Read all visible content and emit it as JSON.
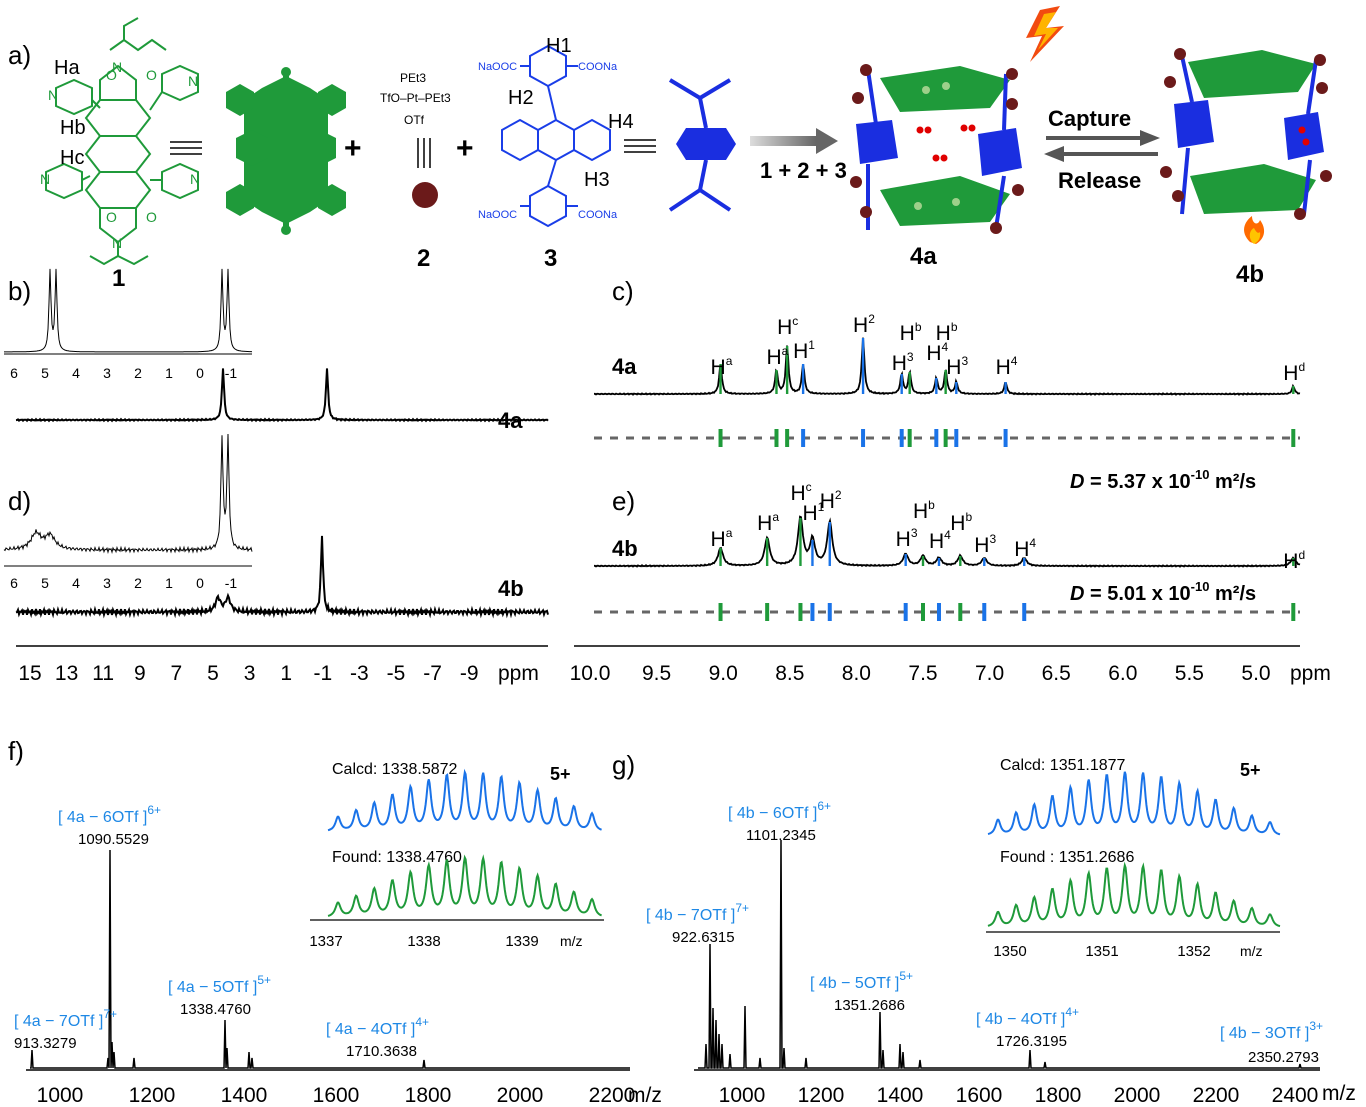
{
  "colors": {
    "green": "#1f9a3a",
    "blue": "#1a73e8",
    "maroon": "#6b1a1a",
    "label_blue": "#1e88e5"
  },
  "panel_a": {
    "letter": "a)",
    "compound_1": "1",
    "compound_2": "2",
    "compound_3": "3",
    "cage_a": "4a",
    "cage_b": "4b",
    "plus1": "+",
    "plus2": "+",
    "reaction": "1 + 2 + 3",
    "capture": "Capture",
    "release": "Release",
    "pt_top": "PEt3",
    "pt_mid": "TfO–Pt–PEt3",
    "pt_bot": "OTf",
    "naooc_tl": "NaOOC",
    "coona_tr": "COONa",
    "naooc_bl": "NaOOC",
    "coona_br": "COONa",
    "ha": "Ha",
    "hb": "Hb",
    "hc": "Hc",
    "h1": "H1",
    "h2": "H2",
    "h3": "H3",
    "h4": "H4"
  },
  "panel_b": {
    "letter": "b)",
    "trace_label": "4a",
    "inset_ticks": [
      "6",
      "5",
      "4",
      "3",
      "2",
      "1",
      "0",
      "-1"
    ]
  },
  "panel_d": {
    "letter": "d)",
    "trace_label": "4b",
    "inset_ticks": [
      "6",
      "5",
      "4",
      "3",
      "2",
      "1",
      "0",
      "-1"
    ],
    "main_ticks": [
      "15",
      "13",
      "11",
      "9",
      "7",
      "5",
      "3",
      "1",
      "-1",
      "-3",
      "-5",
      "-7",
      "-9"
    ],
    "unit": "ppm"
  },
  "panel_c": {
    "letter": "c)",
    "trace_label": "4a",
    "D_prefix": "D",
    "D_value": " = 5.37 x 10",
    "D_exp": "-10",
    "D_unit": " m²/s",
    "peaks": [
      {
        "label": "H",
        "sup": "a",
        "ppm": 9.02
      },
      {
        "label": "H",
        "sup": "a",
        "ppm": 8.6
      },
      {
        "label": "H",
        "sup": "c",
        "ppm": 8.52
      },
      {
        "label": "H",
        "sup": "1",
        "ppm": 8.4
      },
      {
        "label": "H",
        "sup": "2",
        "ppm": 7.95
      },
      {
        "label": "H",
        "sup": "3",
        "ppm": 7.66
      },
      {
        "label": "H",
        "sup": "b",
        "ppm": 7.6
      },
      {
        "label": "H",
        "sup": "4",
        "ppm": 7.4
      },
      {
        "label": "H",
        "sup": "b",
        "ppm": 7.33
      },
      {
        "label": "H",
        "sup": "3",
        "ppm": 7.25
      },
      {
        "label": "H",
        "sup": "4",
        "ppm": 6.88
      },
      {
        "label": "H",
        "sup": "d",
        "ppm": 4.72
      }
    ]
  },
  "panel_e": {
    "letter": "e)",
    "trace_label": "4b",
    "D_prefix": "D",
    "D_value": " = 5.01 x 10",
    "D_exp": "-10",
    "D_unit": " m²/s",
    "peaks": [
      {
        "label": "H",
        "sup": "a",
        "ppm": 9.02
      },
      {
        "label": "H",
        "sup": "a",
        "ppm": 8.67
      },
      {
        "label": "H",
        "sup": "c",
        "ppm": 8.42
      },
      {
        "label": "H",
        "sup": "1",
        "ppm": 8.33
      },
      {
        "label": "H",
        "sup": "2",
        "ppm": 8.2
      },
      {
        "label": "H",
        "sup": "3",
        "ppm": 7.63
      },
      {
        "label": "H",
        "sup": "b",
        "ppm": 7.5
      },
      {
        "label": "H",
        "sup": "4",
        "ppm": 7.38
      },
      {
        "label": "H",
        "sup": "b",
        "ppm": 7.22
      },
      {
        "label": "H",
        "sup": "3",
        "ppm": 7.04
      },
      {
        "label": "H",
        "sup": "4",
        "ppm": 6.74
      },
      {
        "label": "H",
        "sup": "d",
        "ppm": 4.72
      }
    ],
    "axis_ticks": [
      "10.0",
      "9.5",
      "9.0",
      "8.5",
      "8.0",
      "7.5",
      "7.0",
      "6.5",
      "6.0",
      "5.5",
      "5.0"
    ],
    "unit": "ppm"
  },
  "panel_f": {
    "letter": "f)",
    "inset_charge": "5+",
    "calcd": "Calcd: 1338.5872",
    "found": "Found: 1338.4760",
    "inset_ticks": [
      "1337",
      "1338",
      "1339"
    ],
    "inset_unit": "m/z",
    "axis_ticks": [
      "1000",
      "1200",
      "1400",
      "1600",
      "1800",
      "2000",
      "2200"
    ],
    "axis_unit": "m/z",
    "peaks": [
      {
        "ion": "[ 4a − 6OTf ]",
        "charge": "6+",
        "mz": "1090.5529"
      },
      {
        "ion": "[ 4a − 7OTf ]",
        "charge": "7+",
        "mz": "913.3279"
      },
      {
        "ion": "[ 4a − 5OTf ]",
        "charge": "5+",
        "mz": "1338.4760"
      },
      {
        "ion": "[ 4a − 4OTf ]",
        "charge": "4+",
        "mz": "1710.3638"
      }
    ]
  },
  "panel_g": {
    "letter": "g)",
    "inset_charge": "5+",
    "calcd": "Calcd: 1351.1877",
    "found": "Found : 1351.2686",
    "inset_ticks": [
      "1350",
      "1351",
      "1352"
    ],
    "inset_unit": "m/z",
    "axis_ticks": [
      "1000",
      "1200",
      "1400",
      "1600",
      "1800",
      "2000",
      "2200",
      "2400"
    ],
    "axis_unit": "m/z",
    "peaks": [
      {
        "ion": "[ 4b − 6OTf ]",
        "charge": "6+",
        "mz": "1101.2345"
      },
      {
        "ion": "[ 4b − 7OTf ]",
        "charge": "7+",
        "mz": "922.6315"
      },
      {
        "ion": "[ 4b − 5OTf ]",
        "charge": "5+",
        "mz": "1351.2686"
      },
      {
        "ion": "[ 4b − 4OTf ]",
        "charge": "4+",
        "mz": "1726.3195"
      },
      {
        "ion": "[ 4b − 3OTf ]",
        "charge": "3+",
        "mz": "2350.2793"
      }
    ]
  }
}
